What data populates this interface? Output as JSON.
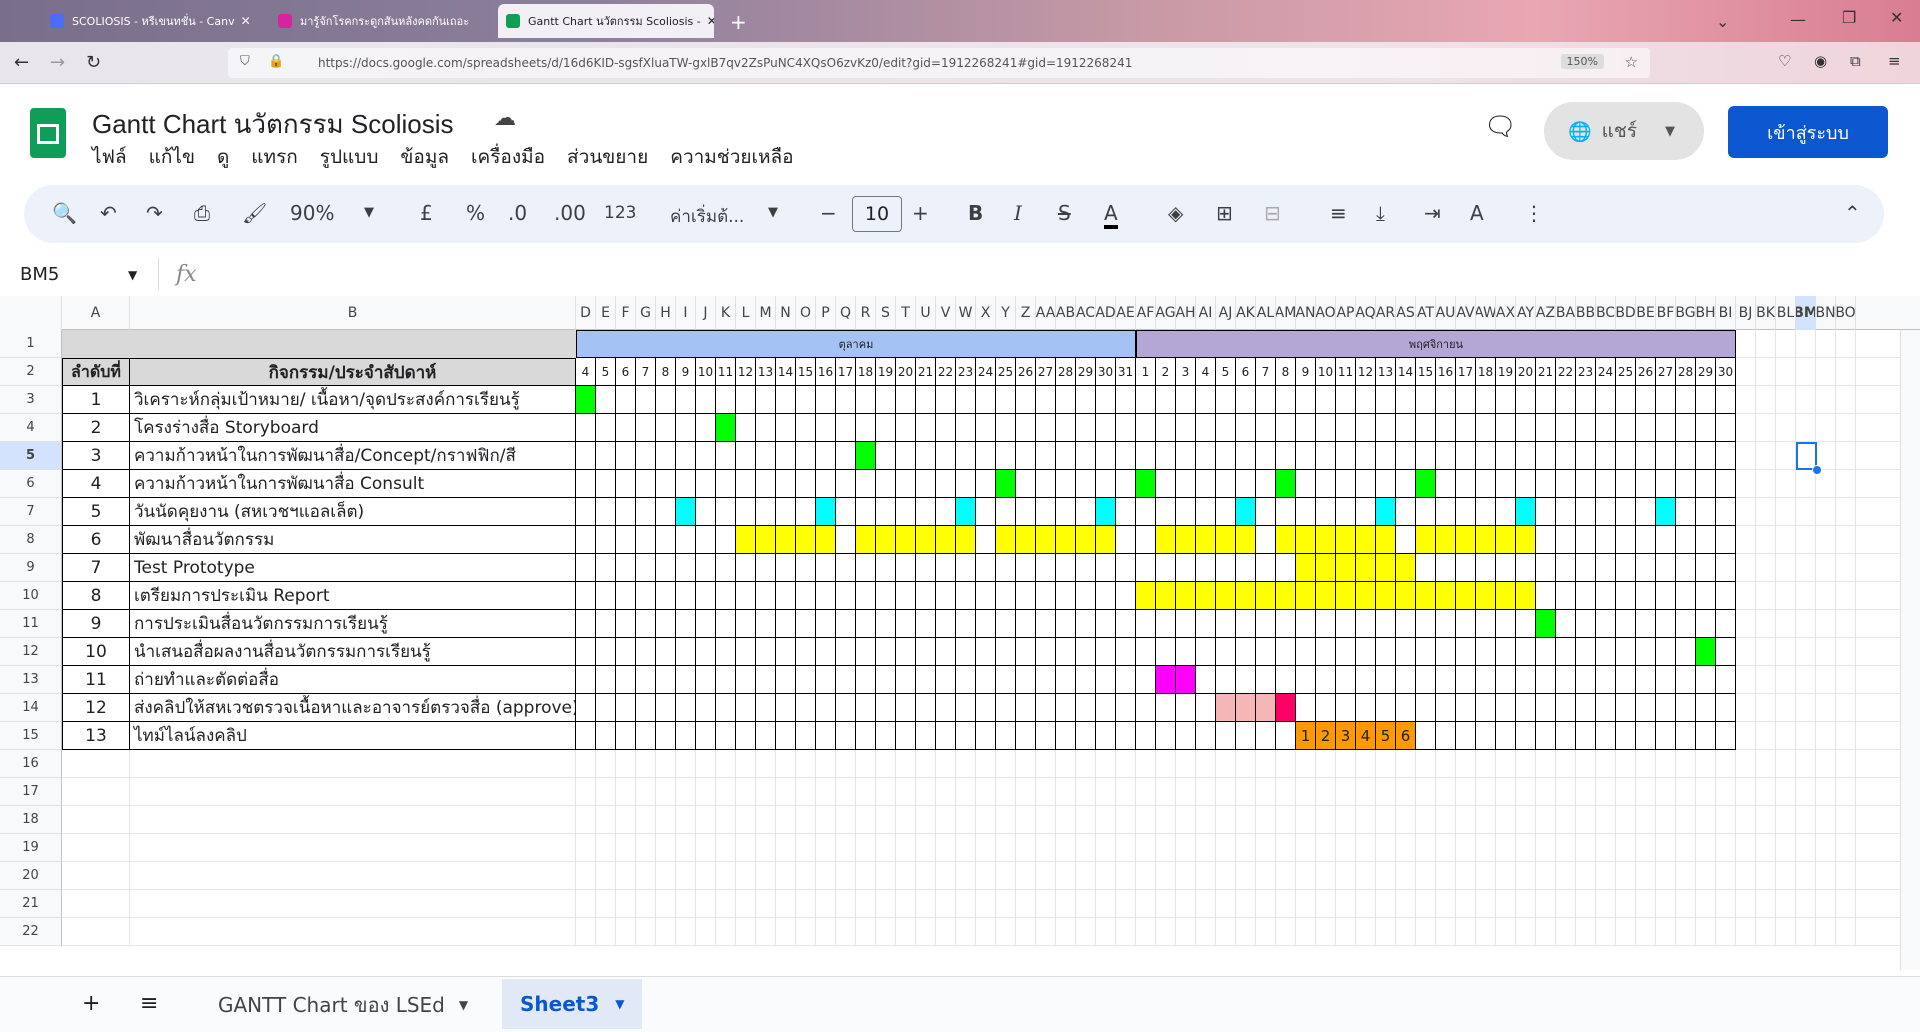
{
  "browser": {
    "tabs": [
      {
        "label": "SCOLIOSIS - หรีเขนทชั่น - Canv",
        "color": "#4a6cf7"
      },
      {
        "label": "มารู้จักโรคกระดูกสันหลังคดกันเถอะ",
        "color": "#d6249f"
      },
      {
        "label": "Gantt Chart นวัตกรรม Scoliosis -",
        "color": "#0f9d58"
      }
    ],
    "url": "https://docs.google.com/spreadsheets/d/16d6KID-sgsfXluaTW-gxlB7qv2ZsPuNC4XQsO6zvKz0/edit?gid=1912268241#gid=1912268241",
    "zoom": "150%"
  },
  "doc": {
    "title": "Gantt Chart นวัตกรรม Scoliosis",
    "menu": [
      "ไฟล์",
      "แก้ไข",
      "ดู",
      "แทรก",
      "รูปแบบ",
      "ข้อมูล",
      "เครื่องมือ",
      "ส่วนขยาย",
      "ความช่วยเหลือ"
    ],
    "share_label": "แชร์",
    "login_label": "เข้าสู่ระบบ"
  },
  "toolbar": {
    "zoom": "90%",
    "currency": "£",
    "percent": "%",
    "dec_minus": ".0",
    "dec_plus": ".00",
    "format_123": "123",
    "font": "ค่าเริ่มต้...",
    "font_size": "10"
  },
  "formula": {
    "namebox": "BM5",
    "fx": "fx"
  },
  "columns": [
    "A",
    "B",
    "D",
    "E",
    "F",
    "G",
    "H",
    "I",
    "J",
    "K",
    "L",
    "M",
    "N",
    "O",
    "P",
    "Q",
    "R",
    "S",
    "T",
    "U",
    "V",
    "W",
    "X",
    "Y",
    "Z",
    "AA",
    "AB",
    "AC",
    "AD",
    "AE",
    "AF",
    "AG",
    "AH",
    "AI",
    "AJ",
    "AK",
    "AL",
    "AM",
    "AN",
    "AO",
    "AP",
    "AQ",
    "AR",
    "AS",
    "AT",
    "AU",
    "AV",
    "AW",
    "AX",
    "AY",
    "AZ",
    "BA",
    "BB",
    "BC",
    "BD",
    "BE",
    "BF",
    "BG",
    "BH",
    "BI",
    "BJ",
    "BK",
    "BL",
    "BM",
    "BN",
    "BO"
  ],
  "rows": [
    "1",
    "2",
    "3",
    "4",
    "5",
    "6",
    "7",
    "8",
    "9",
    "10",
    "11",
    "12",
    "13",
    "14",
    "15",
    "16",
    "17",
    "18",
    "19",
    "20",
    "21",
    "22"
  ],
  "header": {
    "no_label": "ลำดับที่",
    "activity_label": "กิจกรรม/ประจำสัปดาห์",
    "month1": "ตุลาคม",
    "month2": "พฤศจิกายน"
  },
  "days": [
    "4",
    "5",
    "6",
    "7",
    "8",
    "9",
    "10",
    "11",
    "12",
    "13",
    "14",
    "15",
    "16",
    "17",
    "18",
    "19",
    "20",
    "21",
    "22",
    "23",
    "24",
    "25",
    "26",
    "27",
    "28",
    "29",
    "30",
    "31",
    "1",
    "2",
    "3",
    "4",
    "5",
    "6",
    "7",
    "8",
    "9",
    "10",
    "11",
    "12",
    "13",
    "14",
    "15",
    "16",
    "17",
    "18",
    "19",
    "20",
    "21",
    "22",
    "23",
    "24",
    "25",
    "26",
    "27",
    "28",
    "29",
    "30"
  ],
  "tasks": [
    {
      "no": "1",
      "name": "วิเคราะห์กลุ่มเป้าหมาย/ เนื้อหา/จุดประสงค์การเรียนรู้"
    },
    {
      "no": "2",
      "name": "โครงร่างสื่อ Storyboard"
    },
    {
      "no": "3",
      "name": "ความก้าวหน้าในการพัฒนาสื่อ/Concept/กราฟฟิก/สี"
    },
    {
      "no": "4",
      "name": "ความก้าวหน้าในการพัฒนาสื่อ Consult"
    },
    {
      "no": "5",
      "name": "วันนัดคุยงาน (สหเวชฯแอลเล็ต)"
    },
    {
      "no": "6",
      "name": "พัฒนาสื่อนวัตกรรม"
    },
    {
      "no": "7",
      "name": "Test Prototype"
    },
    {
      "no": "8",
      "name": "เตรียมการประเมิน Report"
    },
    {
      "no": "9",
      "name": "การประเมินสื่อนวัตกรรมการเรียนรู้"
    },
    {
      "no": "10",
      "name": "นำเสนอสื่อผลงานสื่อนวัตกรรมการเรียนรู้"
    },
    {
      "no": "11",
      "name": "ถ่ายทำและตัดต่อสื่อ"
    },
    {
      "no": "12",
      "name": "ส่งคลิปให้สหเวชตรวจเนื้อหาและอาจารย์ตรวจสื่อ (approve)"
    },
    {
      "no": "13",
      "name": "ไทม์ไลน์ลงคลิป"
    }
  ],
  "colors": {
    "green": "#00ff00",
    "cyan": "#00ffff",
    "yellow": "#ffff00",
    "magenta": "#ff00ff",
    "pink": "#f4b6b6",
    "hotpink": "#ff0066",
    "orange": "#ff9900",
    "month1_bg": "#a4c2f4",
    "month2_bg": "#b4a7d6",
    "header_bg": "#d9d9d9"
  },
  "fills": [
    {
      "row": 0,
      "cols": [
        0
      ],
      "color": "green"
    },
    {
      "row": 1,
      "cols": [
        7
      ],
      "color": "green"
    },
    {
      "row": 2,
      "cols": [
        14
      ],
      "color": "green"
    },
    {
      "row": 3,
      "cols": [
        21,
        28,
        35,
        42
      ],
      "color": "green"
    },
    {
      "row": 4,
      "cols": [
        5,
        12,
        19,
        26,
        33,
        40,
        47,
        54
      ],
      "color": "cyan"
    },
    {
      "row": 5,
      "cols": [
        8,
        9,
        10,
        11,
        12,
        14,
        15,
        16,
        17,
        18,
        19,
        21,
        22,
        23,
        24,
        25,
        26,
        29,
        30,
        31,
        32,
        33,
        35,
        36,
        37,
        38,
        39,
        40,
        42,
        43,
        44,
        45,
        46,
        47
      ],
      "color": "yellow"
    },
    {
      "row": 6,
      "cols": [
        36,
        37,
        38,
        39,
        40,
        41
      ],
      "color": "yellow"
    },
    {
      "row": 7,
      "cols": [
        28,
        29,
        30,
        31,
        32,
        33,
        34,
        35,
        36,
        37,
        38,
        39,
        40,
        41,
        42,
        43,
        44,
        45,
        46,
        47
      ],
      "color": "yellow"
    },
    {
      "row": 8,
      "cols": [
        48
      ],
      "color": "green"
    },
    {
      "row": 9,
      "cols": [
        56
      ],
      "color": "green"
    },
    {
      "row": 10,
      "cols": [
        29,
        30
      ],
      "color": "magenta"
    },
    {
      "row": 11,
      "cols": [
        32,
        33,
        34
      ],
      "color": "pink"
    },
    {
      "row": 11,
      "cols": [
        35
      ],
      "color": "hotpink"
    },
    {
      "row": 12,
      "cols": [
        36,
        37,
        38,
        39,
        40,
        41
      ],
      "color": "orange"
    }
  ],
  "timeline_labels": {
    "36": "1",
    "37": "2",
    "38": "3",
    "39": "4",
    "40": "5",
    "41": "6"
  },
  "sheets": [
    {
      "label": "GANTT Chart ของ LSEd",
      "active": false
    },
    {
      "label": "Sheet3",
      "active": true
    }
  ]
}
